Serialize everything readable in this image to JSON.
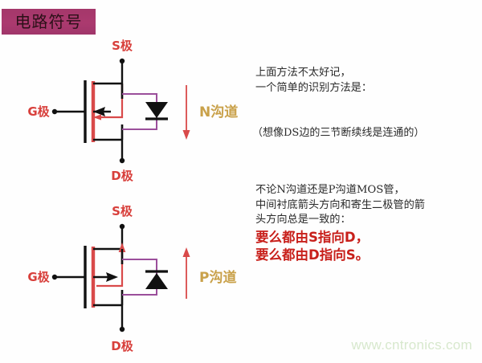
{
  "banner": {
    "title": "电路符号",
    "bg_color": "#a8376a",
    "text_color": "#2b1018"
  },
  "colors": {
    "terminal_label": "#d8403c",
    "channel_label": "#c9a14a",
    "substrate_red": "#d94a4a",
    "body_diode_purple": "#9b4f9b",
    "wire_black": "#111111",
    "conclusion_red": "#c8201b",
    "watermark_green": "#d7e8cd"
  },
  "symbols": [
    {
      "id": "n-channel",
      "channel_label": "N沟道",
      "source_label": "S极",
      "drain_label": "D极",
      "gate_label": "G极",
      "substrate_arrow_direction": "left-inward",
      "body_diode_direction": "down",
      "current_arrow_direction": "down"
    },
    {
      "id": "p-channel",
      "channel_label": "P沟道",
      "source_label": "S极",
      "drain_label": "D极",
      "gate_label": "G极",
      "substrate_arrow_direction": "right-outward",
      "body_diode_direction": "up",
      "current_arrow_direction": "up"
    }
  ],
  "text_panel": {
    "para_1": {
      "line_1": "上面方法不太好记，",
      "line_2": "一个简单的识别方法是："
    },
    "para_2": {
      "line_1": "（想像DS边的三节断续线是连通的）"
    },
    "para_3": {
      "line_1": "不论N沟道还是P沟道MOS管，",
      "line_2": "中间衬底箭头方向和寄生二极管的箭",
      "line_3": "头方向总是一致的："
    },
    "conclusion": {
      "line_1": "要么都由S指向D，",
      "line_2": "要么都由D指向S。"
    }
  },
  "watermark": {
    "text": "www.cntronics.com"
  }
}
